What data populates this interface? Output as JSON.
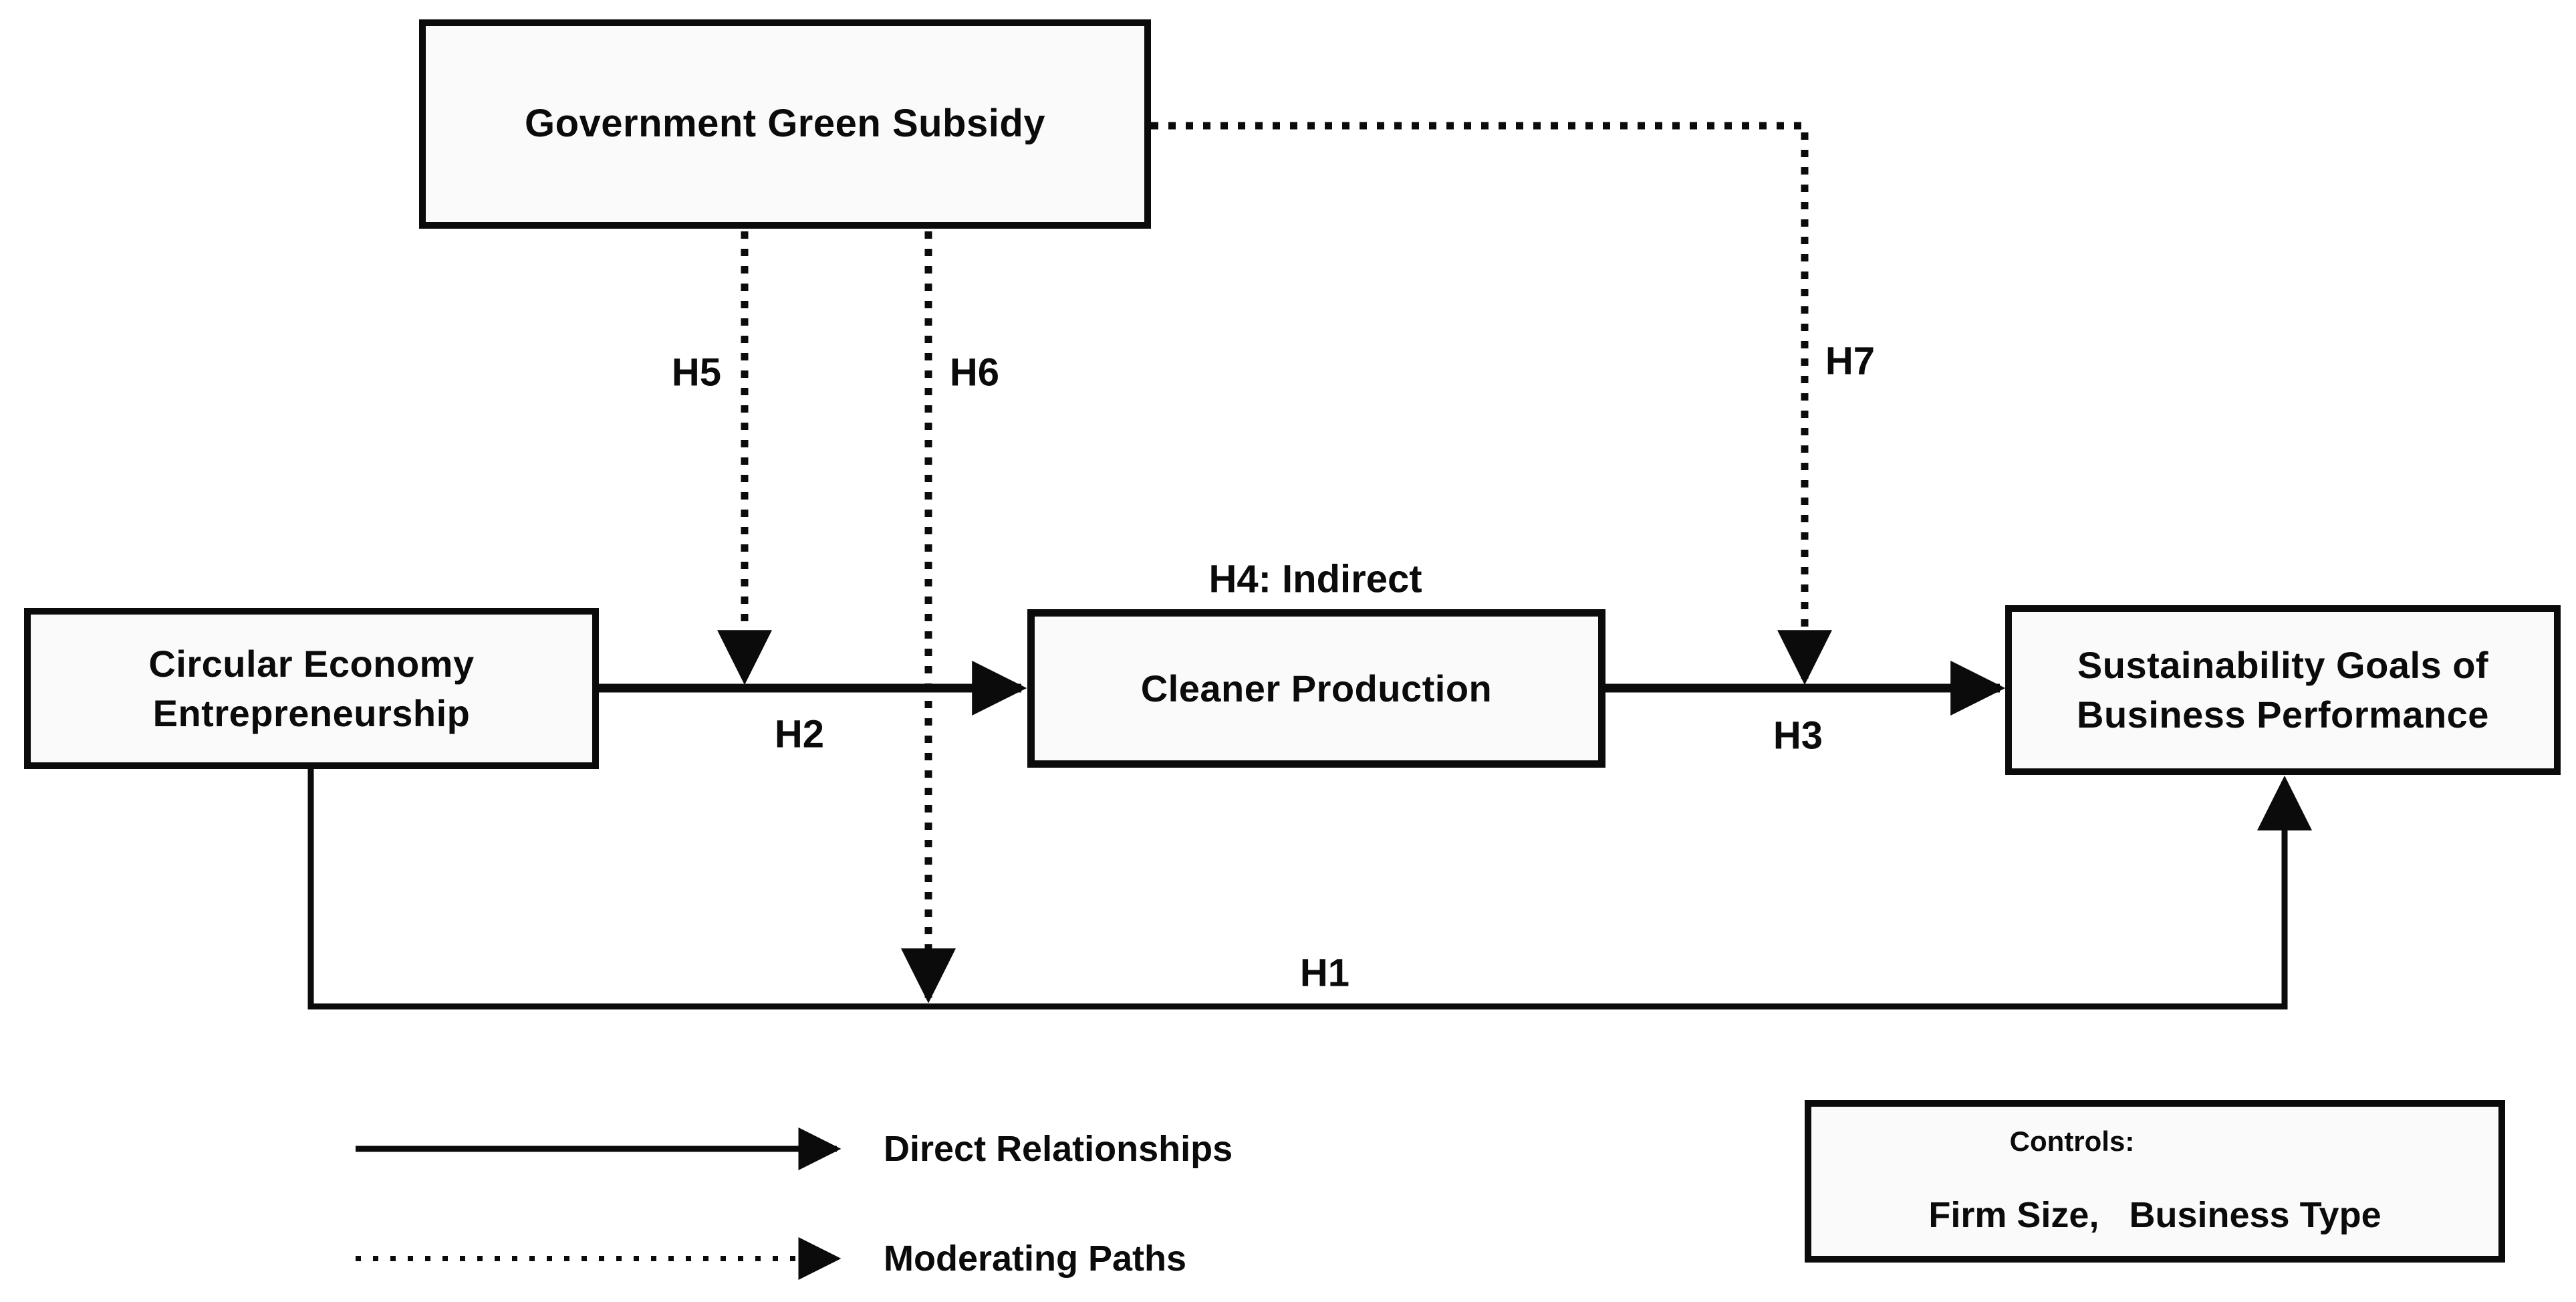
{
  "figure": {
    "type": "conceptual-model-diagram",
    "background": "#ffffff",
    "line_color": "#000000",
    "box_fill": "#fbfafb"
  },
  "boxes": {
    "government_green_subsidy": "Government Green Subsidy",
    "circular_economy_entrepreneurship": "Circular Economy Entrepreneurship",
    "cleaner_production": "Cleaner Production",
    "sustainability_goals": "Sustainability Goals of Business Performance",
    "controls_title": "Controls:",
    "controls_items": "Firm Size,   Business Type"
  },
  "path_labels": {
    "h1": "H1",
    "h2": "H2",
    "h3": "H3",
    "h4_indirect": "H4: Indirect",
    "h5": "H5",
    "h6": "H6",
    "h7": "H7"
  },
  "legend": {
    "direct": "Direct Relationships",
    "moderating": "Moderating Paths"
  }
}
